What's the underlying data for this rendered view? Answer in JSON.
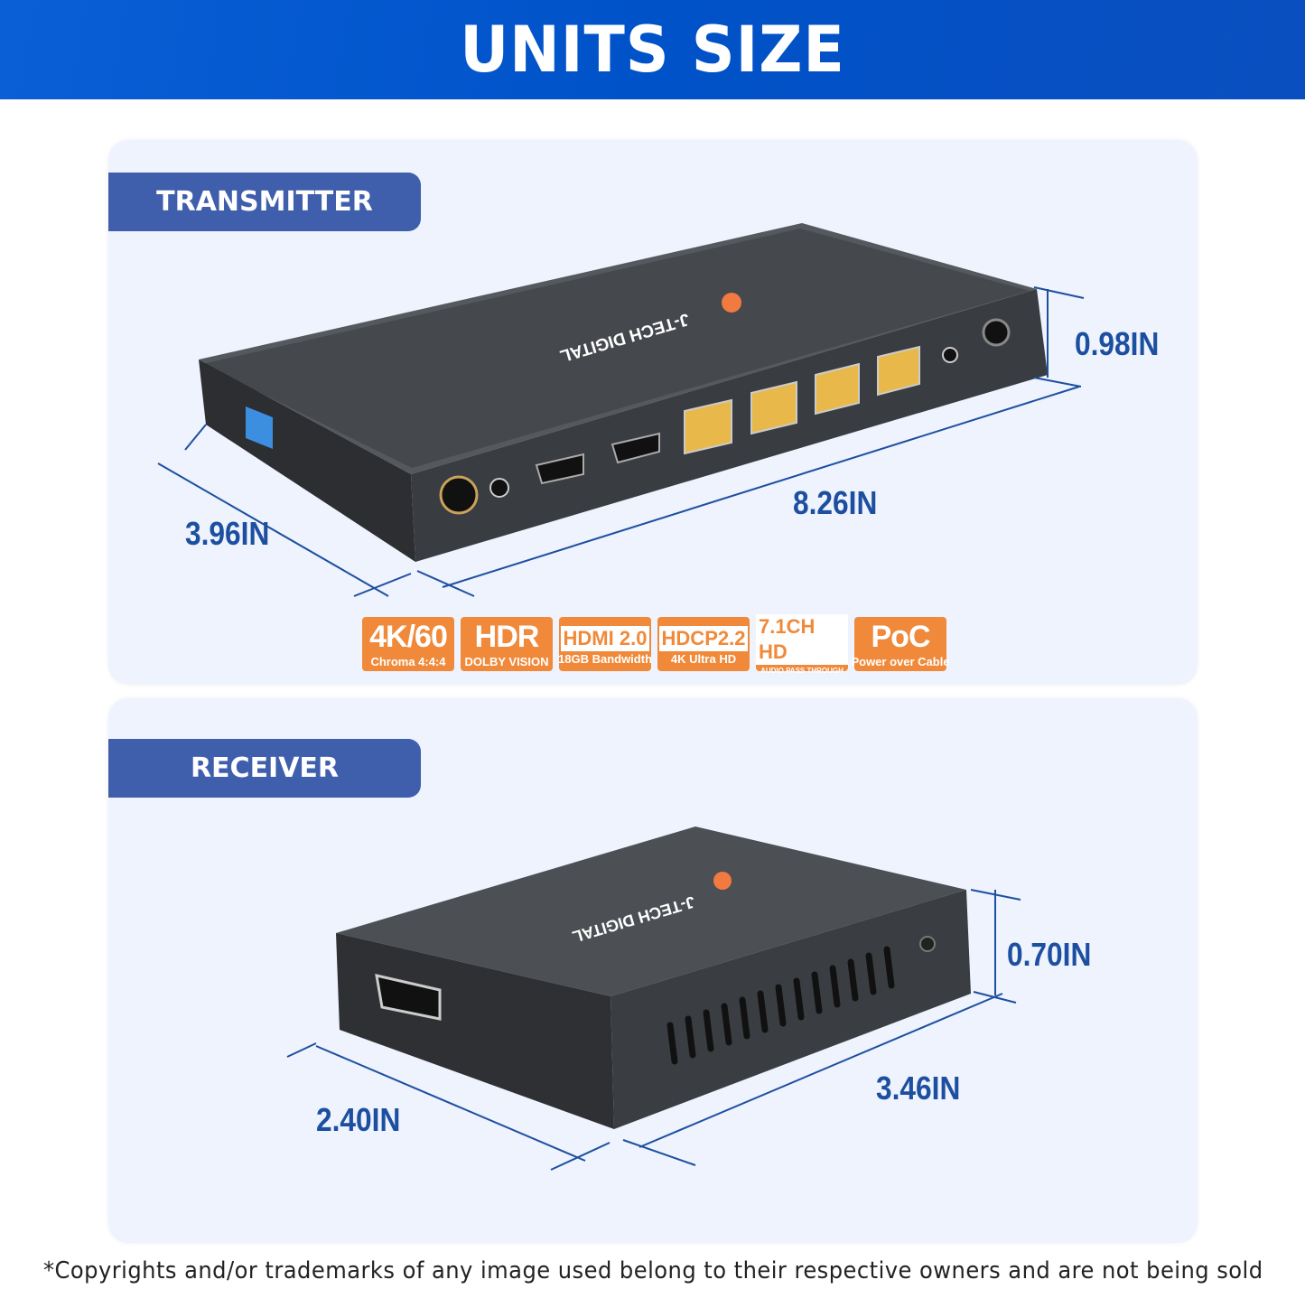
{
  "header": {
    "title": "UNITS SIZE"
  },
  "transmitter": {
    "label": "TRANSMITTER",
    "brand": "J-TECH DIGITAL",
    "dimensions": {
      "height": "0.98IN",
      "length": "8.26IN",
      "depth": "3.96IN"
    },
    "badges": [
      {
        "main": "4K/60",
        "sub": "Chroma 4:4:4",
        "style": "big"
      },
      {
        "main": "HDR",
        "sub": "DOLBY VISION",
        "style": "big"
      },
      {
        "main": "HDMI 2.0",
        "sub": "18GB Bandwidth",
        "style": "boxed"
      },
      {
        "main": "HDCP2.2",
        "sub": "4K Ultra HD",
        "style": "boxed"
      },
      {
        "main": "7.1CH HD",
        "sub": "AUDIO PASS THROUGH",
        "style": "boxed-tiny"
      },
      {
        "main": "PoC",
        "sub": "Power over Cable",
        "style": "big"
      }
    ]
  },
  "receiver": {
    "label": "RECEIVER",
    "brand": "J-TECH DIGITAL",
    "dimensions": {
      "height": "0.70IN",
      "length": "3.46IN",
      "depth": "2.40IN"
    }
  },
  "colors": {
    "header": "#0055cc",
    "tab": "#3f5eab",
    "panel": "#eef3fd",
    "dimension_text": "#1d4fa0",
    "badge": "#f08a3a",
    "device": "#3a3d42",
    "port": "#e8b84a"
  },
  "footer": {
    "disclaimer": "*Copyrights and/or trademarks of any image used belong to their respective owners and are not being sold"
  }
}
